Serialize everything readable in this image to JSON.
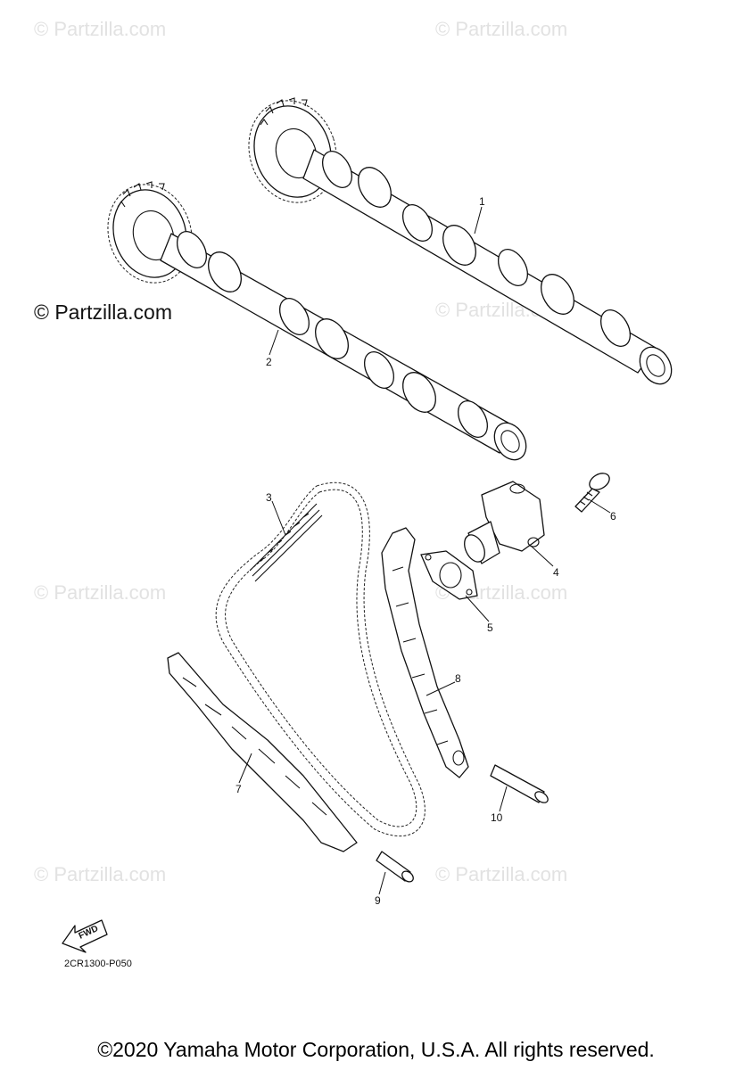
{
  "watermark_text": "© Partzilla.com",
  "watermark_primary": "© Partzilla.com",
  "callouts": [
    "1",
    "2",
    "3",
    "4",
    "5",
    "6",
    "7",
    "8",
    "9",
    "10"
  ],
  "fwd_label": "FWD",
  "reference_code": "2CR1300-P050",
  "copyright": "©2020 Yamaha Motor Corporation, U.S.A. All rights reserved."
}
